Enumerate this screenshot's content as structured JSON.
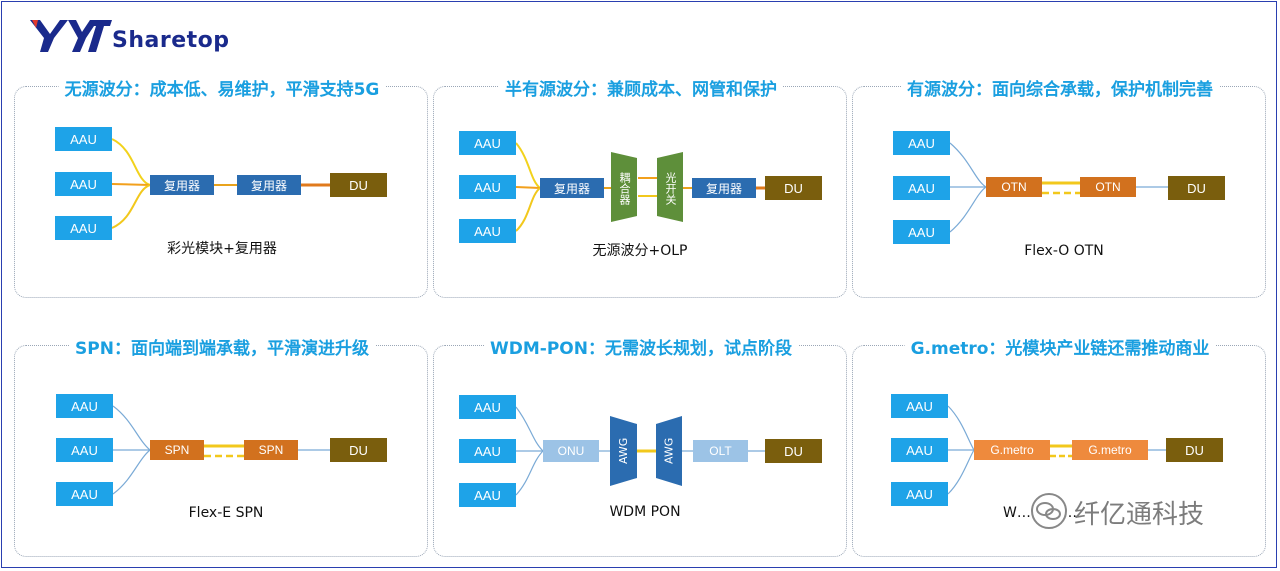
{
  "brand": {
    "name": "Sharetop",
    "mark": "XYT"
  },
  "colors": {
    "title": "#1a9fe0",
    "aau": "#1ea3e8",
    "mux": "#2b6cb0",
    "du": "#7a5e0d",
    "otn": "#d2711e",
    "gmetro": "#ee8a3d",
    "onu": "#9cc3e6",
    "green": "#5e8f3a"
  },
  "panels": [
    {
      "title": "无源波分：成本低、易维护，平滑支持5G",
      "caption": "彩光模块+复用器",
      "aau": [
        "AAU",
        "AAU",
        "AAU"
      ],
      "nodes": [
        "复用器",
        "复用器"
      ],
      "du": "DU"
    },
    {
      "title": "半有源波分：兼顾成本、网管和保护",
      "caption": "无源波分+OLP",
      "aau": [
        "AAU",
        "AAU",
        "AAU"
      ],
      "nodes": [
        "复用器",
        "耦合器",
        "光开关",
        "复用器"
      ],
      "du": "DU"
    },
    {
      "title": "有源波分：面向综合承载，保护机制完善",
      "caption": "Flex-O OTN",
      "aau": [
        "AAU",
        "AAU",
        "AAU"
      ],
      "nodes": [
        "OTN",
        "OTN"
      ],
      "du": "DU"
    },
    {
      "title": "SPN：面向端到端承载，平滑演进升级",
      "caption": "Flex-E SPN",
      "aau": [
        "AAU",
        "AAU",
        "AAU"
      ],
      "nodes": [
        "SPN",
        "SPN"
      ],
      "du": "DU"
    },
    {
      "title": "WDM-PON：无需波长规划，试点阶段",
      "caption": "WDM PON",
      "aau": [
        "AAU",
        "AAU",
        "AAU"
      ],
      "nodes": [
        "ONU",
        "AWG",
        "AWG",
        "OLT"
      ],
      "du": "DU"
    },
    {
      "title": "G.metro：光模块产业链还需推动商业",
      "caption": "W… …m…",
      "aau": [
        "AAU",
        "AAU",
        "AAU"
      ],
      "nodes": [
        "G.metro",
        "G.metro"
      ],
      "du": "DU"
    }
  ],
  "watermark": "纤亿通科技"
}
